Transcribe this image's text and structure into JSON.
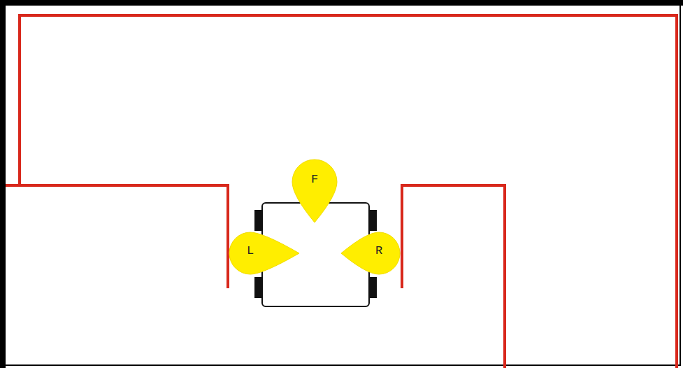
{
  "diagram": {
    "nodes": [
      {
        "text": [
          "F"
        ]
      },
      {
        "text": [
          "L"
        ]
      },
      {
        "text": [
          "R"
        ]
      }
    ]
  }
}
